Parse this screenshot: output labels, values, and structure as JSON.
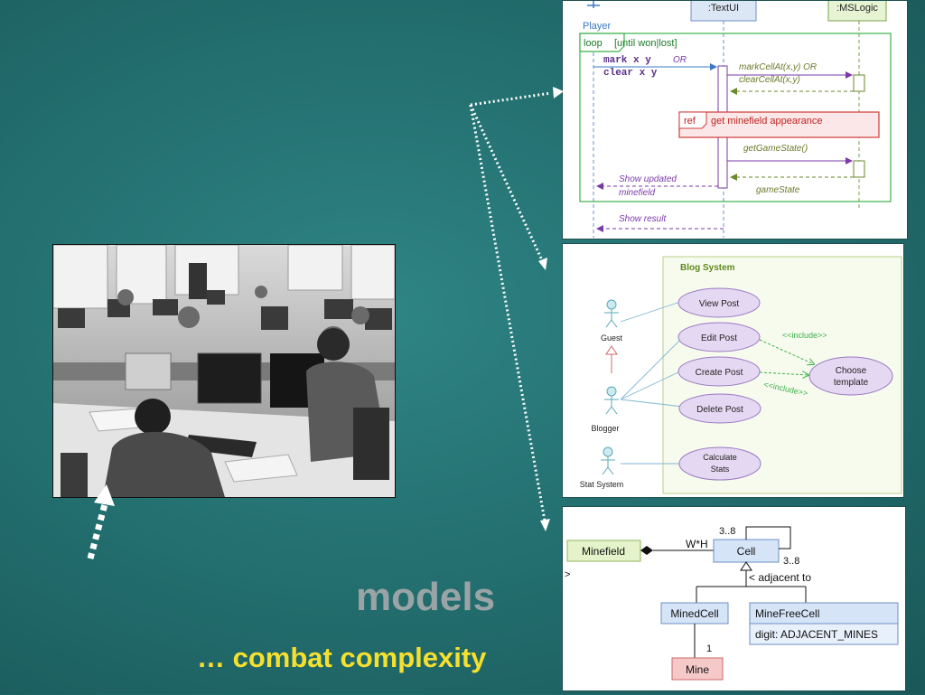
{
  "slide": {
    "title": "models",
    "subtitle": "… combat complexity"
  },
  "sequence_diagram": {
    "actor": "Player",
    "lifeline_textui": ":TextUI",
    "lifeline_mslogic": ":MSLogic",
    "loop_label": "loop",
    "loop_condition": "[until won|lost]",
    "cmd_mark": "mark x y",
    "cmd_or": "OR",
    "cmd_clear": "clear x y",
    "msg_mark_cell": "markCellAt(x,y) OR",
    "msg_clear_cell": "clearCellAt(x,y)",
    "ref_label": "ref",
    "ref_text": "get minefield appearance",
    "msg_get_state": "getGameState()",
    "msg_show_updated_1": "Show updated",
    "msg_show_updated_2": "minefield",
    "msg_game_state": "gameState",
    "msg_show_result": "Show result"
  },
  "use_case_diagram": {
    "system": "Blog System",
    "actor_guest": "Guest",
    "actor_blogger": "Blogger",
    "actor_stat": "Stat System",
    "uc_view": "View Post",
    "uc_edit": "Edit Post",
    "uc_create": "Create Post",
    "uc_delete": "Delete Post",
    "uc_calc_1": "Calculate",
    "uc_calc_2": "Stats",
    "uc_choose_1": "Choose",
    "uc_choose_2": "template",
    "include_1": "<<include>>",
    "include_2": "<<include>>"
  },
  "class_diagram": {
    "minefield": "Minefield",
    "cell": "Cell",
    "mult_wh": "W*H",
    "mult_38_top": "3..8",
    "mult_38_bottom": "3..8",
    "adjacent": "< adjacent to",
    "gt": ">",
    "mined_cell": "MinedCell",
    "mine_free_cell": "MineFreeCell",
    "digit_attr": "digit: ADJACENT_MINES",
    "mult_1": "1",
    "mine": "Mine"
  }
}
